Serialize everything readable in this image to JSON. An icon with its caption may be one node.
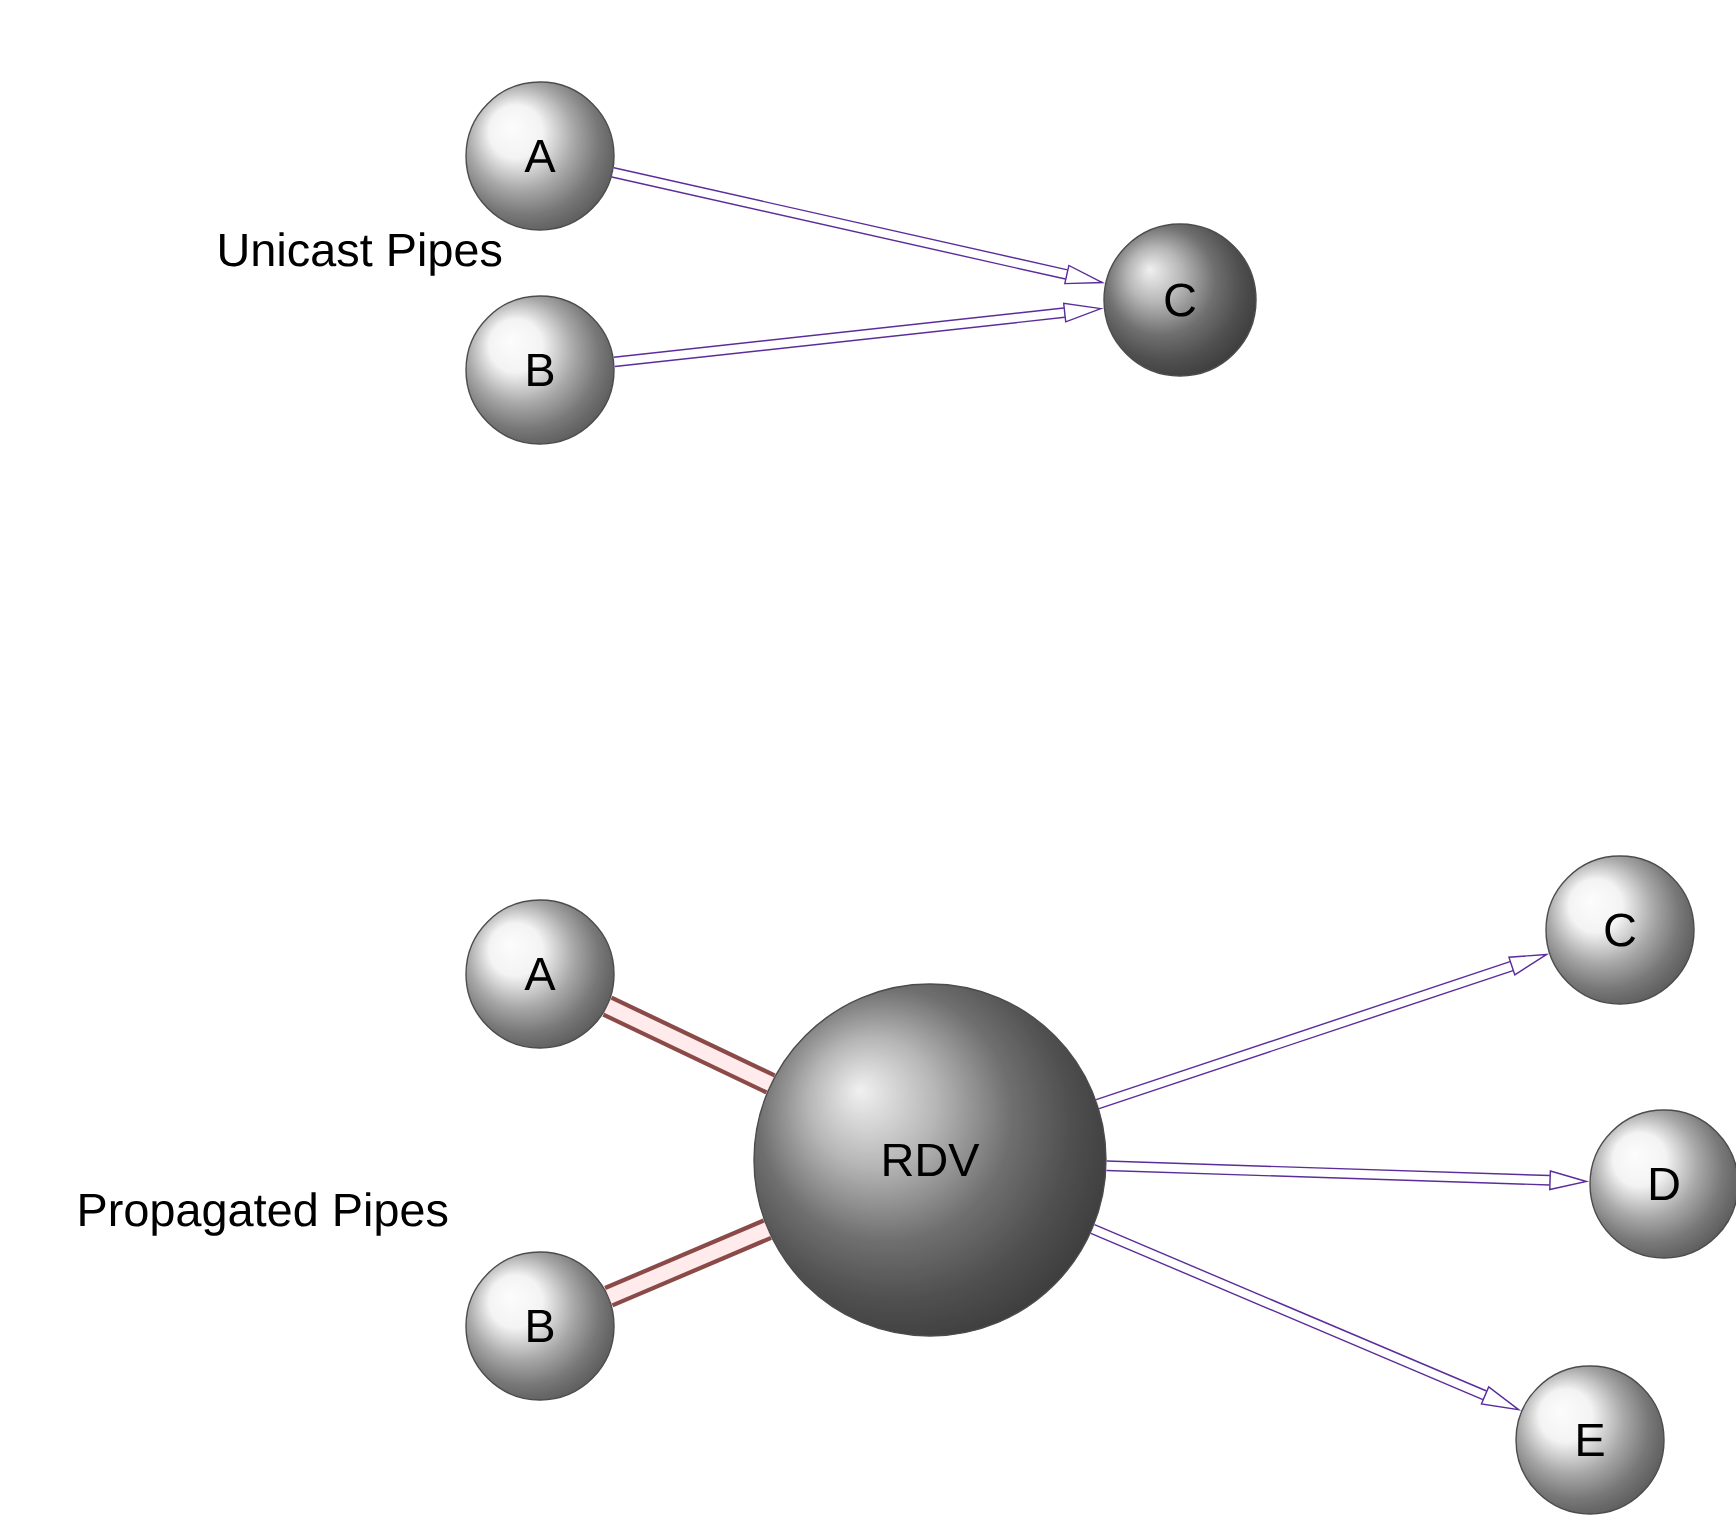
{
  "diagram": {
    "nodes": [
      {
        "text": [
          "A"
        ]
      },
      {
        "text": [
          "B"
        ]
      },
      {
        "text": [
          "C"
        ]
      },
      {
        "text": [
          "A"
        ]
      },
      {
        "text": [
          "B"
        ]
      },
      {
        "text": [
          "RDV"
        ]
      },
      {
        "text": [
          "C"
        ]
      },
      {
        "text": [
          "D"
        ]
      },
      {
        "text": [
          "E"
        ]
      }
    ],
    "edges": [
      {
        "from": 0,
        "to": 2,
        "arrow": "to"
      },
      {
        "from": 1,
        "to": 2,
        "arrow": "to"
      },
      {
        "from": 3,
        "to": 5,
        "arrow": "none",
        "style": "thick",
        "color": "#8a4a48"
      },
      {
        "from": 4,
        "to": 5,
        "arrow": "none",
        "style": "thick",
        "color": "#8a4a48"
      },
      {
        "from": 5,
        "to": 6,
        "arrow": "to"
      },
      {
        "from": 5,
        "to": 7,
        "arrow": "to"
      },
      {
        "from": 5,
        "to": 8,
        "arrow": "to"
      }
    ],
    "labels": [
      "Unicast Pipes",
      "Propagated Pipes"
    ]
  }
}
